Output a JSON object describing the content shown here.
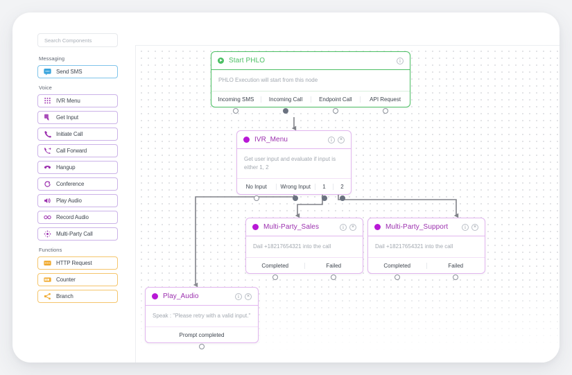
{
  "sidebar": {
    "search": {
      "placeholder": "Search Components"
    },
    "groups": [
      {
        "label": "Messaging",
        "color": "blue",
        "items": [
          {
            "label": "Send SMS",
            "icon": "sms-icon"
          }
        ]
      },
      {
        "label": "Voice",
        "color": "purple",
        "items": [
          {
            "label": "IVR Menu",
            "icon": "keypad-icon"
          },
          {
            "label": "Get Input",
            "icon": "get-input-icon"
          },
          {
            "label": "Initiate Call",
            "icon": "phone-icon"
          },
          {
            "label": "Call Forward",
            "icon": "call-forward-icon"
          },
          {
            "label": "Hangup",
            "icon": "hangup-icon"
          },
          {
            "label": "Conference",
            "icon": "conference-icon"
          },
          {
            "label": "Play Audio",
            "icon": "speaker-icon"
          },
          {
            "label": "Record Audio",
            "icon": "record-audio-icon"
          },
          {
            "label": "Multi-Party Call",
            "icon": "multi-party-icon"
          }
        ]
      },
      {
        "label": "Functions",
        "color": "amber",
        "items": [
          {
            "label": "HTTP Request",
            "icon": "http-request-icon"
          },
          {
            "label": "Counter",
            "icon": "counter-icon"
          },
          {
            "label": "Branch",
            "icon": "branch-icon"
          }
        ]
      }
    ]
  },
  "canvas": {
    "nodes": [
      {
        "id": "start-phlo",
        "title": "Start PHLO",
        "marker": "play",
        "color": "green",
        "body": "PHLO Execution will start from this node",
        "buttons": {
          "info": "i"
        },
        "ports": [
          {
            "label": "Incoming SMS",
            "state": "open"
          },
          {
            "label": "Incoming Call",
            "state": "filled"
          },
          {
            "label": "Endpoint Call",
            "state": "open"
          },
          {
            "label": "API Request",
            "state": "open"
          }
        ]
      },
      {
        "id": "ivr-menu",
        "title": "IVR_Menu",
        "marker": "solid",
        "color": "purple",
        "body": "Get user input and evaluate if input is either 1, 2",
        "buttons": {
          "info": "i",
          "close": "×"
        },
        "ports": [
          {
            "label": "No Input",
            "state": "open"
          },
          {
            "label": "Wrong Input",
            "state": "filled"
          },
          {
            "label": "1",
            "state": "filled",
            "narrow": true
          },
          {
            "label": "2",
            "state": "filled",
            "narrow": true
          }
        ]
      },
      {
        "id": "multi-party-sales",
        "title": "Multi-Party_Sales",
        "marker": "solid",
        "color": "purple",
        "body": "Dail +18217654321 into the call",
        "buttons": {
          "info": "i",
          "close": "×"
        },
        "ports": [
          {
            "label": "Completed",
            "state": "open"
          },
          {
            "label": "Failed",
            "state": "open"
          }
        ]
      },
      {
        "id": "multi-party-support",
        "title": "Multi-Party_Support",
        "marker": "solid",
        "color": "purple",
        "body": "Dail +18217654321 into the call",
        "buttons": {
          "info": "i",
          "close": "×"
        },
        "ports": [
          {
            "label": "Completed",
            "state": "open"
          },
          {
            "label": "Failed",
            "state": "open"
          }
        ]
      },
      {
        "id": "play-audio",
        "title": "Play_Audio",
        "marker": "solid",
        "color": "purple",
        "body": "Speak : \"Please retry with a valid input.\"",
        "buttons": {
          "info": "i",
          "close": "×"
        },
        "ports": [
          {
            "label": "Prompt completed",
            "state": "open"
          }
        ]
      }
    ]
  },
  "colors": {
    "green": "#4bbf63",
    "purple_border": "#e2b6ef",
    "purple_title": "#9b2fae",
    "purple_dot": "#b818d6",
    "blue": "#7fc4ea",
    "amber": "#f5c56b",
    "edge": "#808289"
  }
}
